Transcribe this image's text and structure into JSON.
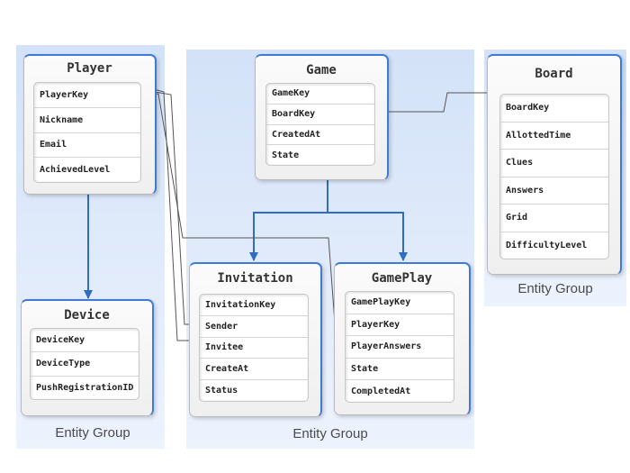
{
  "groups": [
    {
      "id": "player-device",
      "label": "Entity Group"
    },
    {
      "id": "game",
      "label": "Entity Group"
    },
    {
      "id": "board",
      "label": "Entity Group"
    }
  ],
  "entities": {
    "player": {
      "title": "Player",
      "fields": [
        "PlayerKey",
        "Nickname",
        "Email",
        "AchievedLevel"
      ]
    },
    "device": {
      "title": "Device",
      "fields": [
        "DeviceKey",
        "DeviceType",
        "PushRegistrationID"
      ]
    },
    "game": {
      "title": "Game",
      "fields": [
        "GameKey",
        "BoardKey",
        "CreatedAt",
        "State"
      ]
    },
    "board": {
      "title": "Board",
      "fields": [
        "BoardKey",
        "AllottedTime",
        "Clues",
        "Answers",
        "Grid",
        "DifficultyLevel"
      ]
    },
    "invitation": {
      "title": "Invitation",
      "fields": [
        "InvitationKey",
        "Sender",
        "Invitee",
        "CreateAt",
        "Status"
      ]
    },
    "gameplay": {
      "title": "GamePlay",
      "fields": [
        "GamePlayKey",
        "PlayerKey",
        "PlayerAnswers",
        "State",
        "CompletedAt"
      ]
    }
  },
  "colors": {
    "accent": "#3f7ad6",
    "connector": "#555555"
  }
}
